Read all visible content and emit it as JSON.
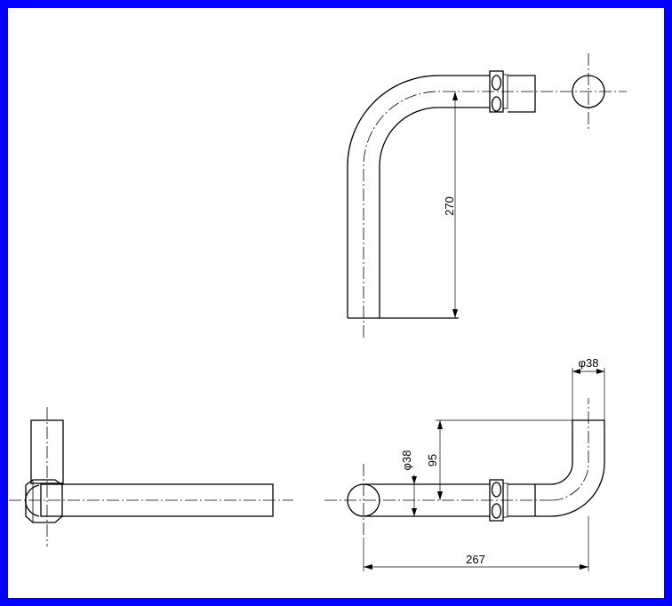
{
  "colors": {
    "frame": "#0000ff",
    "paper": "#ffffff",
    "ink": "#000000"
  },
  "dimensions": {
    "height_270": "270",
    "offset_95": "95",
    "dia_side": "φ38",
    "dia_top": "φ38",
    "length_267": "267"
  }
}
